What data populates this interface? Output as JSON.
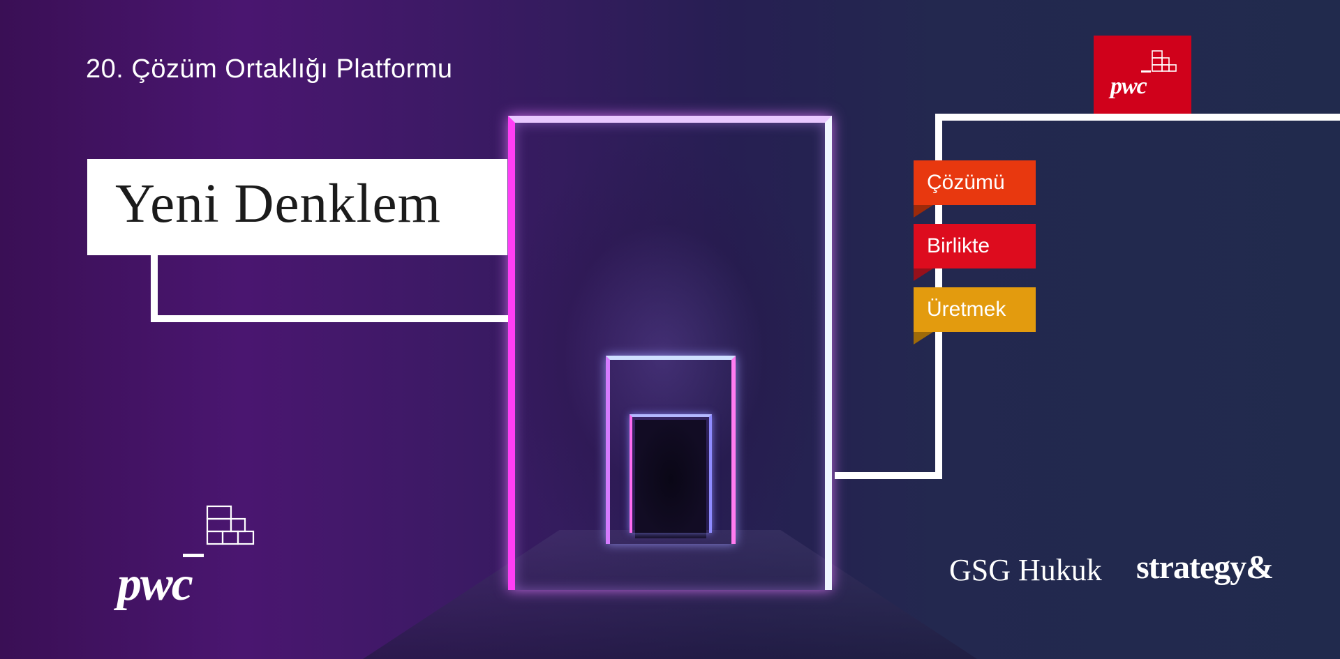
{
  "header": {
    "subtitle": "20. Çözüm Ortaklığı Platformu"
  },
  "hero": {
    "title": "Yeni Denklem"
  },
  "tags": [
    {
      "label": "Çözümü",
      "color": "#e8380f"
    },
    {
      "label": "Birlikte",
      "color": "#dd0c1e"
    },
    {
      "label": "Üretmek",
      "color": "#e39b0e"
    }
  ],
  "brand": {
    "badge_word": "pwc",
    "badge_color": "#d0011b",
    "logo_word": "pwc"
  },
  "partners": {
    "gsg": "GSG Hukuk",
    "strategy": "strategy&"
  },
  "colors": {
    "neon_pink": "#ff3ef5",
    "neon_white": "#f0f6ff",
    "background_left": "#3a0f55",
    "background_right": "#212a4d"
  },
  "icons": [
    "building-blocks-icon"
  ]
}
